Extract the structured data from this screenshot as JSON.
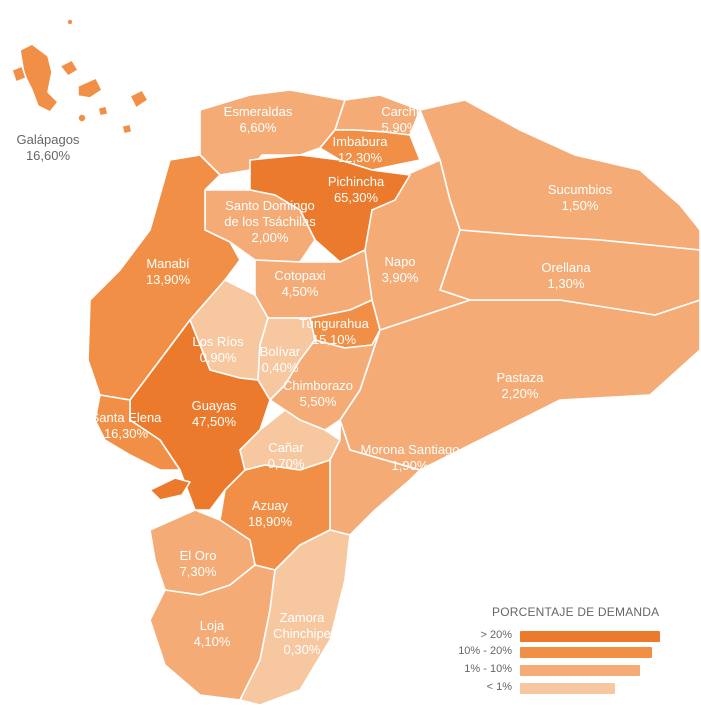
{
  "colors": {
    "high": "#ec7a2c",
    "mid_high": "#f08f45",
    "mid": "#f4ab76",
    "low": "#f7c7a0",
    "border": "#ffffff",
    "label_dark": "#666666"
  },
  "provinces": {
    "galapagos": {
      "name": "Galápagos",
      "value": "16,60%",
      "category": "mid_high"
    },
    "esmeraldas": {
      "name": "Esmeraldas",
      "value": "6,60%",
      "category": "mid"
    },
    "carchi": {
      "name": "Carchi",
      "value": "5,90%",
      "category": "mid"
    },
    "imbabura": {
      "name": "Imbabura",
      "value": "12,30%",
      "category": "mid_high"
    },
    "pichincha": {
      "name": "Pichincha",
      "value": "65,30%",
      "category": "high"
    },
    "santo_domingo": {
      "name_line1": "Santo Domingo",
      "name_line2": "de los Tsáchilas",
      "value": "2,00%",
      "category": "mid"
    },
    "sucumbios": {
      "name": "Sucumbios",
      "value": "1,50%",
      "category": "mid"
    },
    "manabi": {
      "name": "Manabí",
      "value": "13,90%",
      "category": "mid_high"
    },
    "cotopaxi": {
      "name": "Cotopaxi",
      "value": "4,50%",
      "category": "mid"
    },
    "napo": {
      "name": "Napo",
      "value": "3,90%",
      "category": "mid"
    },
    "orellana": {
      "name": "Orellana",
      "value": "1,30%",
      "category": "mid"
    },
    "tungurahua": {
      "name": "Tungurahua",
      "value": "15,10%",
      "category": "mid_high"
    },
    "los_rios": {
      "name": "Los Ríos",
      "value": "0,90%",
      "category": "low"
    },
    "bolivar": {
      "name": "Bolívar",
      "value": "0,40%",
      "category": "low"
    },
    "chimborazo": {
      "name": "Chimborazo",
      "value": "5,50%",
      "category": "mid"
    },
    "pastaza": {
      "name": "Pastaza",
      "value": "2,20%",
      "category": "mid"
    },
    "santa_elena": {
      "name": "Santa Elena",
      "value": "16,30%",
      "category": "mid_high"
    },
    "guayas": {
      "name": "Guayas",
      "value": "47,50%",
      "category": "high"
    },
    "canar": {
      "name": "Cañar",
      "value": "0,70%",
      "category": "low"
    },
    "morona_santiago": {
      "name": "Morona Santiago",
      "value": "1,90%",
      "category": "mid"
    },
    "azuay": {
      "name": "Azuay",
      "value": "18,90%",
      "category": "mid_high"
    },
    "el_oro": {
      "name": "El Oro",
      "value": "7,30%",
      "category": "mid"
    },
    "loja": {
      "name": "Loja",
      "value": "4,10%",
      "category": "mid"
    },
    "zamora": {
      "name_line1": "Zamora",
      "name_line2": "Chinchipe",
      "value": "0,30%",
      "category": "low"
    }
  },
  "legend": {
    "title": "PORCENTAJE DE DEMANDA",
    "items": [
      {
        "label": "> 20%",
        "category": "high",
        "fraction": 1.0
      },
      {
        "label": "10% - 20%",
        "category": "mid_high",
        "fraction": 0.94
      },
      {
        "label": "1% - 10%",
        "category": "mid",
        "fraction": 0.86
      },
      {
        "label": "< 1%",
        "category": "low",
        "fraction": 0.68
      }
    ]
  }
}
